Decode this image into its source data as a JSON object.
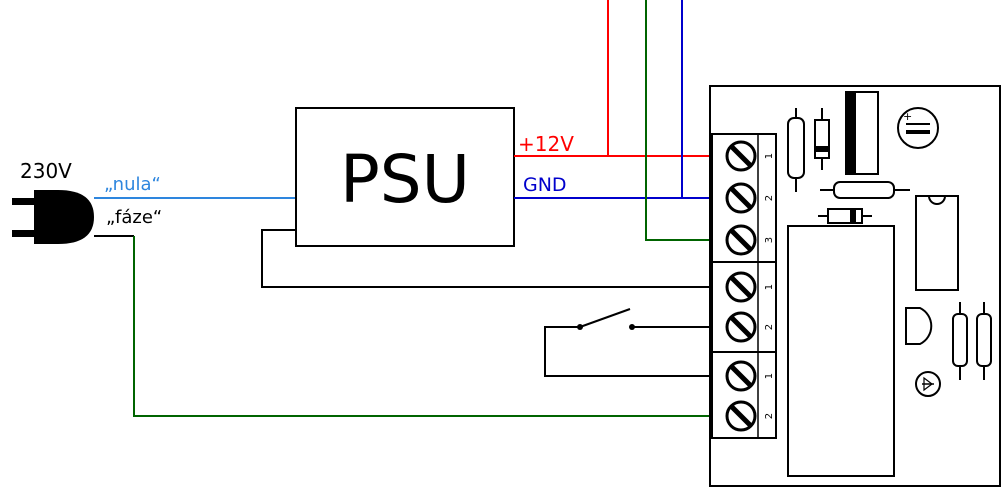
{
  "mains": {
    "voltage_label": "230V",
    "neutral_label": "„nula“",
    "phase_label": "„fáze“"
  },
  "psu": {
    "label": "PSU",
    "out_pos_label": "+12V",
    "out_gnd_label": "GND"
  },
  "board": {
    "terminal_numbers": [
      "1",
      "2",
      "3",
      "1",
      "2",
      "1",
      "2"
    ]
  },
  "colors": {
    "red": "#ff0000",
    "blue": "#0000ff",
    "green": "#006400",
    "light_blue": "#2e86de",
    "black": "#000000"
  }
}
